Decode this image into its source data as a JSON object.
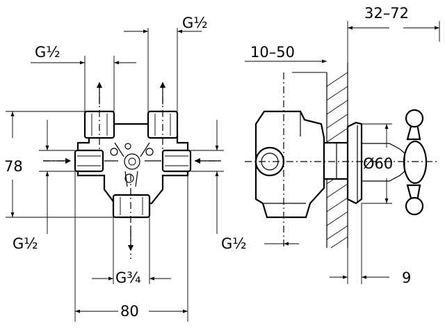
{
  "dimensions": {
    "top_right_thread": "G½",
    "top_left_thread": "G½",
    "height": "78",
    "bottom_left_thread": "G½",
    "bottom_right_thread": "G½",
    "bottom_thread": "G¾",
    "width": "80",
    "installation_depth": "10–50",
    "extension_range": "32–72",
    "rosette_diameter": "Ø60",
    "plate_thickness": "9"
  }
}
